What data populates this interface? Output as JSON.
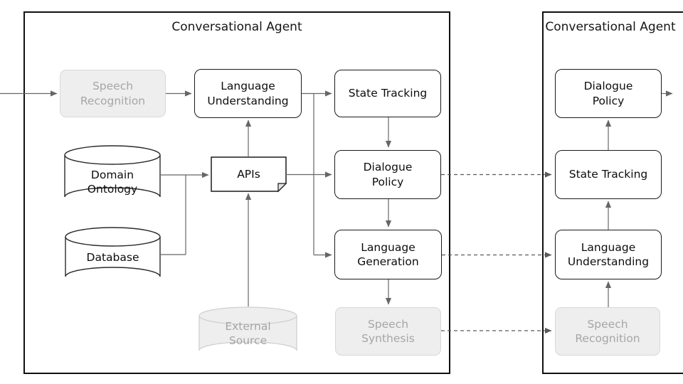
{
  "left_agent": {
    "title": "Conversational Agent",
    "nodes": {
      "speech_recognition": "Speech\nRecognition",
      "language_understanding": "Language\nUnderstanding",
      "state_tracking": "State Tracking",
      "dialogue_policy": "Dialogue\nPolicy",
      "language_generation": "Language\nGeneration",
      "speech_synthesis": "Speech\nSynthesis",
      "domain_ontology": "Domain\nOntology",
      "database": "Database",
      "apis": "APIs",
      "external_source": "External\nSource"
    }
  },
  "right_agent": {
    "title": "Conversational Agent",
    "nodes": {
      "dialogue_policy": "Dialogue\nPolicy",
      "state_tracking": "State Tracking",
      "language_understanding": "Language\nUnderstanding",
      "speech_recognition": "Speech\nRecognition"
    }
  },
  "colors": {
    "connector": "#666666",
    "dashed_connector": "#5a5a5a",
    "muted_fill": "#eeeeee",
    "muted_border": "#d8d8d8",
    "muted_text": "#a6a6a6",
    "box_border": "#1a1a1a"
  }
}
